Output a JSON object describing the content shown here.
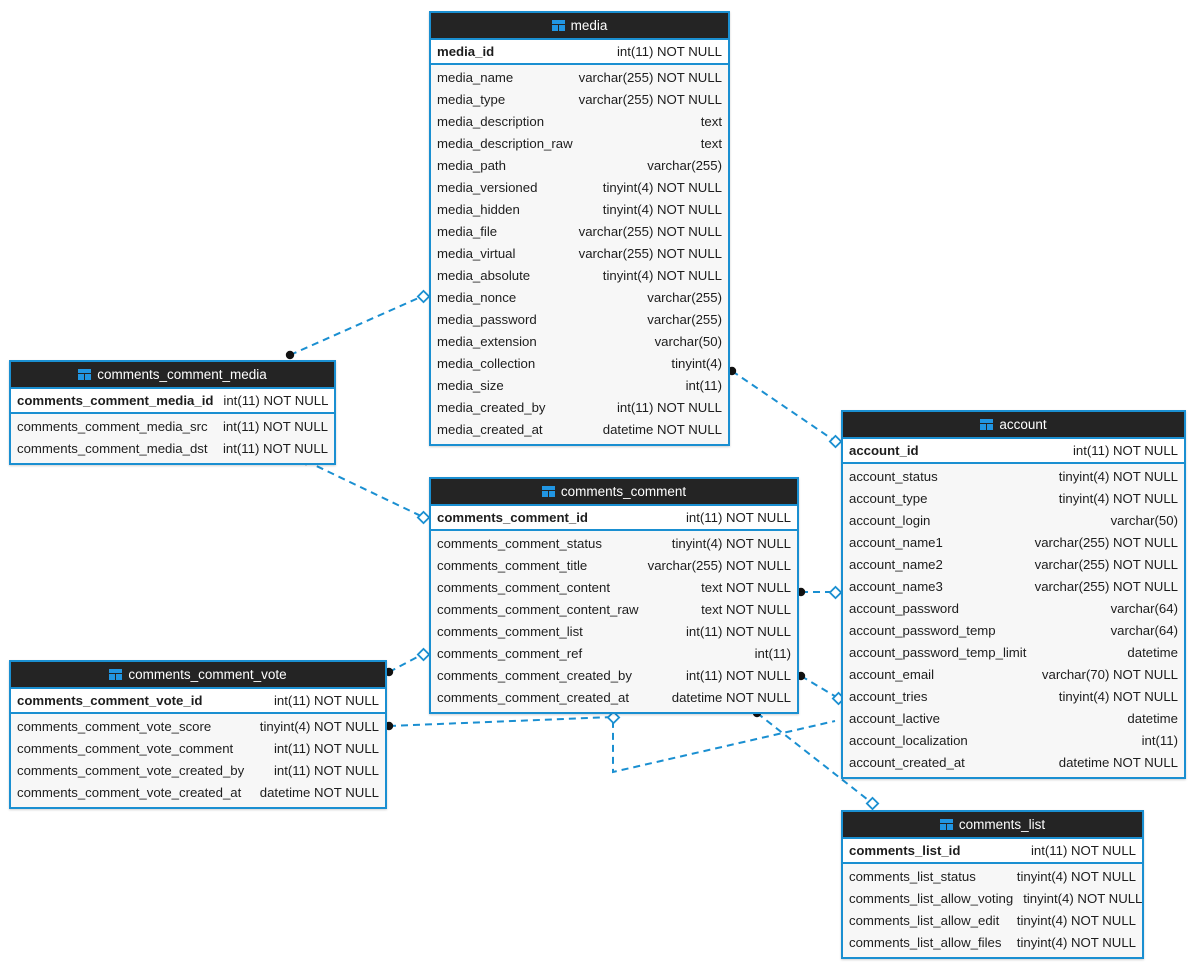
{
  "diagram": {
    "title": "Database ER Diagram",
    "icon": "table-icon",
    "colors": {
      "border": "#1a8fd1",
      "header_bg": "#242424",
      "header_text": "#ffffff",
      "pk_row_bg": "#ffffff",
      "body_bg": "#f7f7f7",
      "link": "#1a8fd1",
      "endpoint_dot": "#111111"
    }
  },
  "tables": [
    {
      "id": "media",
      "name": "media",
      "primary_key": {
        "name": "media_id",
        "type": "int(11) NOT NULL"
      },
      "columns": [
        {
          "name": "media_name",
          "type": "varchar(255) NOT NULL"
        },
        {
          "name": "media_type",
          "type": "varchar(255) NOT NULL"
        },
        {
          "name": "media_description",
          "type": "text"
        },
        {
          "name": "media_description_raw",
          "type": "text"
        },
        {
          "name": "media_path",
          "type": "varchar(255)"
        },
        {
          "name": "media_versioned",
          "type": "tinyint(4) NOT NULL"
        },
        {
          "name": "media_hidden",
          "type": "tinyint(4) NOT NULL"
        },
        {
          "name": "media_file",
          "type": "varchar(255) NOT NULL"
        },
        {
          "name": "media_virtual",
          "type": "varchar(255) NOT NULL"
        },
        {
          "name": "media_absolute",
          "type": "tinyint(4) NOT NULL"
        },
        {
          "name": "media_nonce",
          "type": "varchar(255)"
        },
        {
          "name": "media_password",
          "type": "varchar(255)"
        },
        {
          "name": "media_extension",
          "type": "varchar(50)"
        },
        {
          "name": "media_collection",
          "type": "tinyint(4)"
        },
        {
          "name": "media_size",
          "type": "int(11)"
        },
        {
          "name": "media_created_by",
          "type": "int(11) NOT NULL"
        },
        {
          "name": "media_created_at",
          "type": "datetime NOT NULL"
        }
      ]
    },
    {
      "id": "account",
      "name": "account",
      "primary_key": {
        "name": "account_id",
        "type": "int(11) NOT NULL"
      },
      "columns": [
        {
          "name": "account_status",
          "type": "tinyint(4) NOT NULL"
        },
        {
          "name": "account_type",
          "type": "tinyint(4) NOT NULL"
        },
        {
          "name": "account_login",
          "type": "varchar(50)"
        },
        {
          "name": "account_name1",
          "type": "varchar(255) NOT NULL"
        },
        {
          "name": "account_name2",
          "type": "varchar(255) NOT NULL"
        },
        {
          "name": "account_name3",
          "type": "varchar(255) NOT NULL"
        },
        {
          "name": "account_password",
          "type": "varchar(64)"
        },
        {
          "name": "account_password_temp",
          "type": "varchar(64)"
        },
        {
          "name": "account_password_temp_limit",
          "type": "datetime"
        },
        {
          "name": "account_email",
          "type": "varchar(70) NOT NULL"
        },
        {
          "name": "account_tries",
          "type": "tinyint(4) NOT NULL"
        },
        {
          "name": "account_lactive",
          "type": "datetime"
        },
        {
          "name": "account_localization",
          "type": "int(11)"
        },
        {
          "name": "account_created_at",
          "type": "datetime NOT NULL"
        }
      ]
    },
    {
      "id": "comments_comment",
      "name": "comments_comment",
      "primary_key": {
        "name": "comments_comment_id",
        "type": "int(11) NOT NULL"
      },
      "columns": [
        {
          "name": "comments_comment_status",
          "type": "tinyint(4) NOT NULL"
        },
        {
          "name": "comments_comment_title",
          "type": "varchar(255) NOT NULL"
        },
        {
          "name": "comments_comment_content",
          "type": "text NOT NULL"
        },
        {
          "name": "comments_comment_content_raw",
          "type": "text NOT NULL"
        },
        {
          "name": "comments_comment_list",
          "type": "int(11) NOT NULL"
        },
        {
          "name": "comments_comment_ref",
          "type": "int(11)"
        },
        {
          "name": "comments_comment_created_by",
          "type": "int(11) NOT NULL"
        },
        {
          "name": "comments_comment_created_at",
          "type": "datetime NOT NULL"
        }
      ]
    },
    {
      "id": "comments_comment_media",
      "name": "comments_comment_media",
      "primary_key": {
        "name": "comments_comment_media_id",
        "type": "int(11) NOT NULL"
      },
      "columns": [
        {
          "name": "comments_comment_media_src",
          "type": "int(11) NOT NULL"
        },
        {
          "name": "comments_comment_media_dst",
          "type": "int(11) NOT NULL"
        }
      ]
    },
    {
      "id": "comments_comment_vote",
      "name": "comments_comment_vote",
      "primary_key": {
        "name": "comments_comment_vote_id",
        "type": "int(11) NOT NULL"
      },
      "columns": [
        {
          "name": "comments_comment_vote_score",
          "type": "tinyint(4) NOT NULL"
        },
        {
          "name": "comments_comment_vote_comment",
          "type": "int(11) NOT NULL"
        },
        {
          "name": "comments_comment_vote_created_by",
          "type": "int(11) NOT NULL"
        },
        {
          "name": "comments_comment_vote_created_at",
          "type": "datetime NOT NULL"
        }
      ]
    },
    {
      "id": "comments_list",
      "name": "comments_list",
      "primary_key": {
        "name": "comments_list_id",
        "type": "int(11) NOT NULL"
      },
      "columns": [
        {
          "name": "comments_list_status",
          "type": "tinyint(4) NOT NULL"
        },
        {
          "name": "comments_list_allow_voting",
          "type": "tinyint(4) NOT NULL"
        },
        {
          "name": "comments_list_allow_edit",
          "type": "tinyint(4) NOT NULL"
        },
        {
          "name": "comments_list_allow_files",
          "type": "tinyint(4) NOT NULL"
        }
      ]
    }
  ],
  "relationships": [
    {
      "id": "rel-ccm-src-media",
      "from": "comments_comment_media",
      "to": "media",
      "from_marker": "dot",
      "to_marker": "diamond"
    },
    {
      "id": "rel-ccm-dst-comment",
      "from": "comments_comment_media",
      "to": "comments_comment",
      "from_marker": "dot",
      "to_marker": "diamond"
    },
    {
      "id": "rel-media-createdby-acct",
      "from": "media",
      "to": "account",
      "from_marker": "dot",
      "to_marker": "diamond"
    },
    {
      "id": "rel-vote-comment",
      "from": "comments_comment_vote",
      "to": "comments_comment",
      "from_marker": "dot",
      "to_marker": "diamond"
    },
    {
      "id": "rel-comment-createdby",
      "from": "comments_comment",
      "to": "account",
      "from_marker": "dot",
      "to_marker": "diamond"
    },
    {
      "id": "rel-comment-ref-acct",
      "from": "comments_comment",
      "to": "account",
      "from_marker": "dot",
      "to_marker": "diamond"
    },
    {
      "id": "rel-comment-list",
      "from": "comments_comment",
      "to": "comments_list",
      "from_marker": "dot",
      "to_marker": "diamond"
    },
    {
      "id": "rel-vote-createdby-acct",
      "from": "comments_comment_vote",
      "to": "account",
      "from_marker": "dot",
      "to_marker": "diamond"
    }
  ]
}
